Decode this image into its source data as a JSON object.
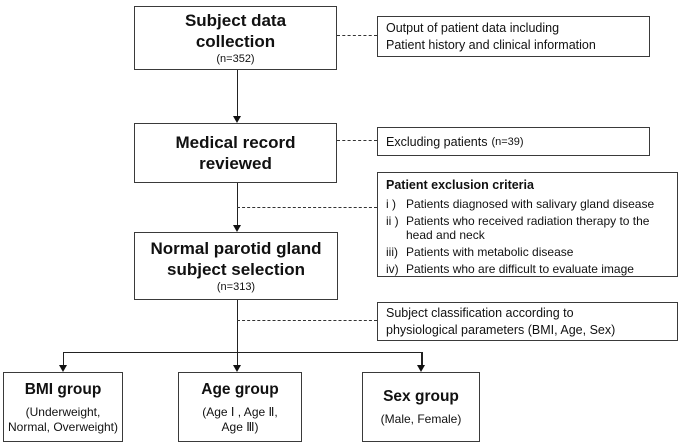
{
  "flow": {
    "collection": {
      "title": "Subject data\ncollection",
      "n": "(n=352)"
    },
    "review": {
      "title": "Medical record\nreviewed"
    },
    "selection": {
      "title": "Normal parotid gland\nsubject selection",
      "n": "(n=313)"
    }
  },
  "notes": {
    "output": {
      "lines": "Output of patient data including\nPatient history and clinical information"
    },
    "excluding": {
      "text": "Excluding patients",
      "n": "(n=39)"
    },
    "criteria": {
      "title": "Patient exclusion criteria",
      "items": [
        {
          "marker": "i )",
          "text": "Patients diagnosed with salivary gland disease"
        },
        {
          "marker": "ii )",
          "text": "Patients who received radiation therapy to the\nhead and neck"
        },
        {
          "marker": "iii)",
          "text": "Patients with metabolic disease"
        },
        {
          "marker": "iv)",
          "text": "Patients who are difficult to evaluate image"
        }
      ]
    },
    "classification": {
      "lines": "Subject classification according to\nphysiological parameters (BMI, Age, Sex)"
    }
  },
  "groups": [
    {
      "title": "BMI group",
      "subtitle": "(Underweight,\nNormal, Overweight)"
    },
    {
      "title": "Age group",
      "subtitle": "(Age Ⅰ , Age Ⅱ,\nAge Ⅲ)"
    },
    {
      "title": "Sex group",
      "subtitle": "(Male, Female)"
    }
  ],
  "colors": {
    "background": "#ffffff",
    "border": "#3a3a3a",
    "text": "#111111",
    "line": "#222222"
  }
}
